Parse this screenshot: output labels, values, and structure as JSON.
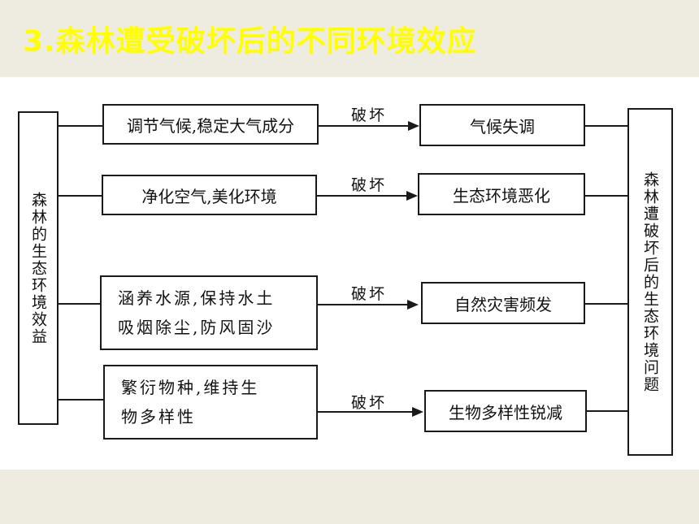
{
  "slide": {
    "title": "3.森林遭受破坏后的不同环境效应"
  },
  "diagram": {
    "left_label": "森林的生态环境效益",
    "right_label": "森林遭破坏后的生态环境问题",
    "arrow_label": "破坏",
    "rows": [
      {
        "effect_lines": [
          "调节气候,稳定大气成分"
        ],
        "problem": "气候失调"
      },
      {
        "effect_lines": [
          "净化空气,美化环境"
        ],
        "problem": "生态环境恶化"
      },
      {
        "effect_lines": [
          "涵养水源,保持水土",
          "吸烟除尘,防风固沙"
        ],
        "problem": "自然灾害频发"
      },
      {
        "effect_lines": [
          "繁衍物种,维持生",
          "物多样性"
        ],
        "problem": "生物多样性锐减"
      }
    ]
  }
}
